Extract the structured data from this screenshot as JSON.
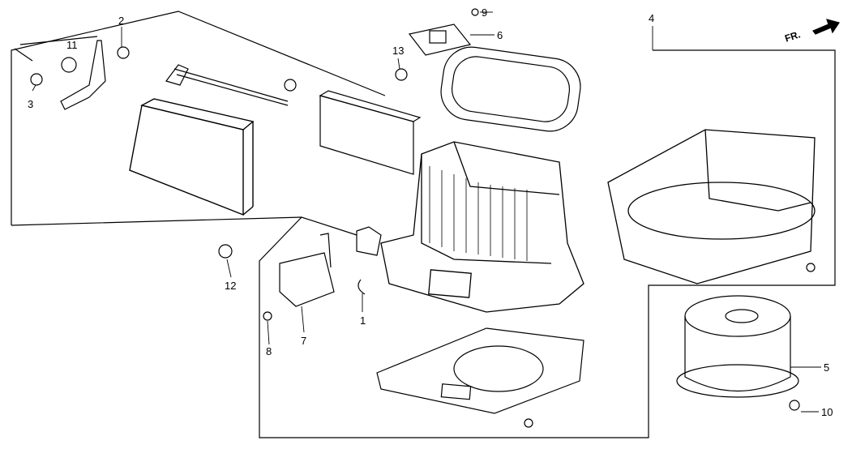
{
  "diagram": {
    "callouts": [
      "1",
      "2",
      "3",
      "4",
      "5",
      "6",
      "7",
      "8",
      "9",
      "10",
      "11",
      "12",
      "13"
    ],
    "direction_label": "FR.",
    "line_color": "#000000",
    "background": "#ffffff"
  }
}
